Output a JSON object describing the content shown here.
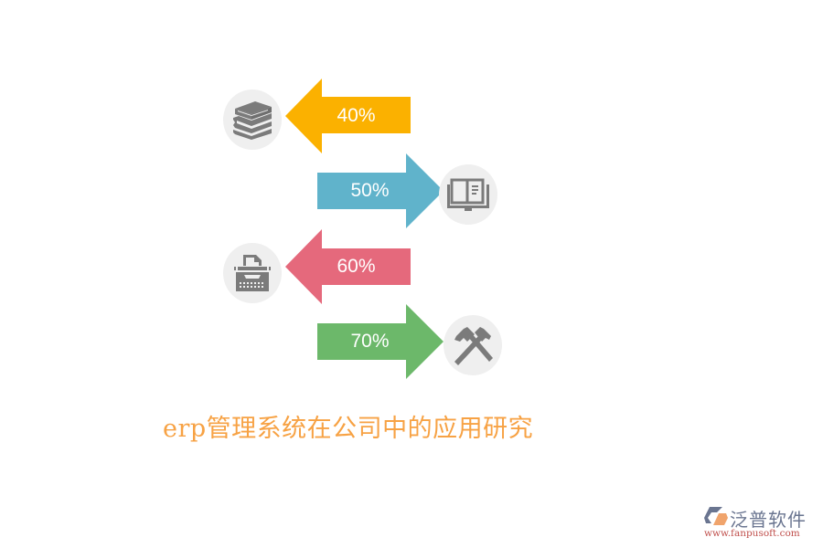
{
  "diagram": {
    "items": [
      {
        "label": "40%",
        "direction": "left",
        "color": "#fbb100",
        "icon": "books-stack-icon"
      },
      {
        "label": "50%",
        "direction": "right",
        "color": "#60b3cb",
        "icon": "open-book-icon"
      },
      {
        "label": "60%",
        "direction": "left",
        "color": "#e5697c",
        "icon": "typewriter-icon"
      },
      {
        "label": "70%",
        "direction": "right",
        "color": "#6cb86a",
        "icon": "crossed-hammers-icon"
      }
    ],
    "icon_color": "#7b7b7b",
    "circle_color": "#efefef"
  },
  "title": "erp管理系统在公司中的应用研究",
  "title_color": "#f7a244",
  "logo": {
    "name": "泛普软件",
    "url": "www.fanpusoft.com"
  }
}
